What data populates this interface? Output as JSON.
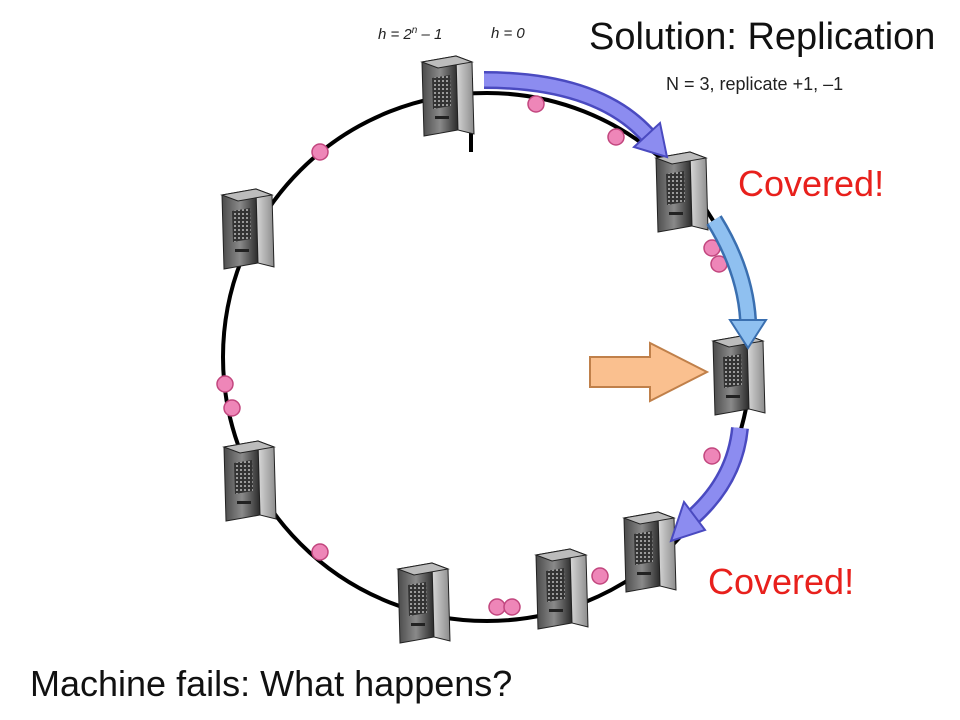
{
  "title": "Solution: Replication",
  "subtitle": "N = 3, replicate +1, –1",
  "hash_labels": {
    "left_prefix": "h = 2",
    "left_exp": "n",
    "left_suffix": " – 1",
    "right": "h = 0"
  },
  "covered_labels": [
    "Covered!",
    "Covered!"
  ],
  "question": "Machine fails: What happens?",
  "icons": {
    "server": "server-tower-icon",
    "key": "key-dot",
    "failure_pointer": "right-arrow-icon",
    "replication_arrow": "curved-arrow-icon"
  },
  "colors": {
    "ring": "#000000",
    "key_dot": "#ee86b8",
    "covered_text": "#e8201c",
    "replication_arrow_purple": "#8c8cf0",
    "replication_arrow_blue": "#8fc0f0",
    "failure_arrow": "#fac08f"
  }
}
